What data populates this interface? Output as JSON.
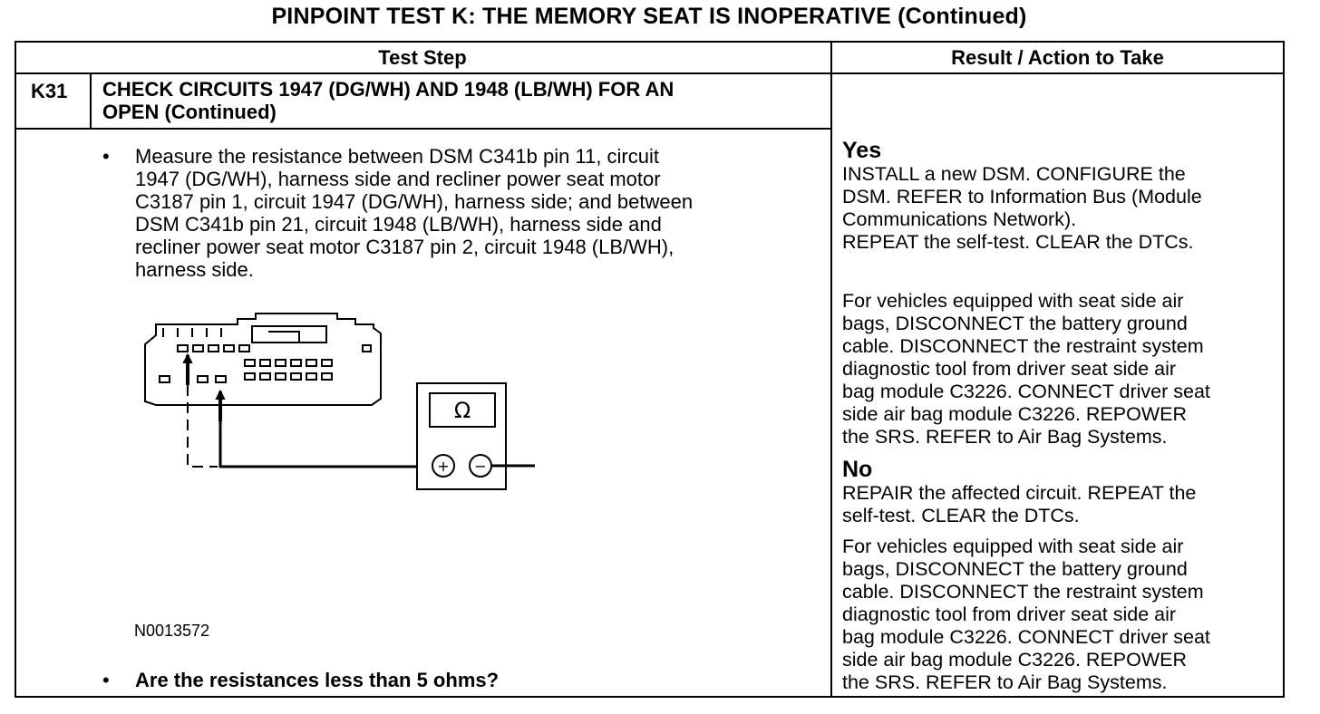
{
  "title": "PINPOINT TEST  K: THE MEMORY SEAT IS INOPERATIVE (Continued)",
  "headers": {
    "test_step": "Test Step",
    "result_action": "Result / Action to Take"
  },
  "step": {
    "id": "K31",
    "title_lines": [
      "CHECK CIRCUITS 1947 (DG/WH) AND 1948 (LB/WH) FOR AN",
      "OPEN (Continued)"
    ],
    "bullet": "•",
    "instruction_lines": [
      "Measure the resistance between DSM C341b pin 11, circuit",
      "1947 (DG/WH), harness side and recliner power seat motor",
      "C3187 pin 1, circuit 1947 (DG/WH), harness side; and between",
      "DSM C341b pin 21, circuit 1948 (LB/WH), harness side and",
      "recliner  power seat motor C3187 pin 2, circuit 1948 (LB/WH),",
      "harness side."
    ],
    "figure_id": "N0013572",
    "meter_symbol": "Ω",
    "meter_plus": "+",
    "meter_minus": "−",
    "question": "Are the resistances less than 5 ohms?"
  },
  "results": {
    "yes_label": "Yes",
    "yes_lines": [
      "INSTALL a new DSM. CONFIGURE the",
      "DSM. REFER to Information Bus (Module",
      "Communications Network).",
      "REPEAT the self-test. CLEAR the DTCs."
    ],
    "yes_note_lines": [
      "For vehicles equipped with seat side air",
      "bags, DISCONNECT the battery ground",
      "cable. DISCONNECT the restraint system",
      "diagnostic tool from driver seat side air",
      "bag module C3226. CONNECT driver seat",
      "side air bag module C3226. REPOWER",
      "the SRS.  REFER to Air Bag Systems."
    ],
    "no_label": "No",
    "no_lines": [
      "REPAIR the affected circuit. REPEAT the",
      "self-test. CLEAR the DTCs."
    ],
    "no_note_lines": [
      "For vehicles equipped with seat side air",
      "bags, DISCONNECT the battery ground",
      "cable. DISCONNECT the restraint system",
      "diagnostic tool from driver seat side air",
      "bag module C3226. CONNECT driver seat",
      "side air bag module C3226. REPOWER",
      "the SRS.  REFER to  Air Bag Systems."
    ]
  }
}
